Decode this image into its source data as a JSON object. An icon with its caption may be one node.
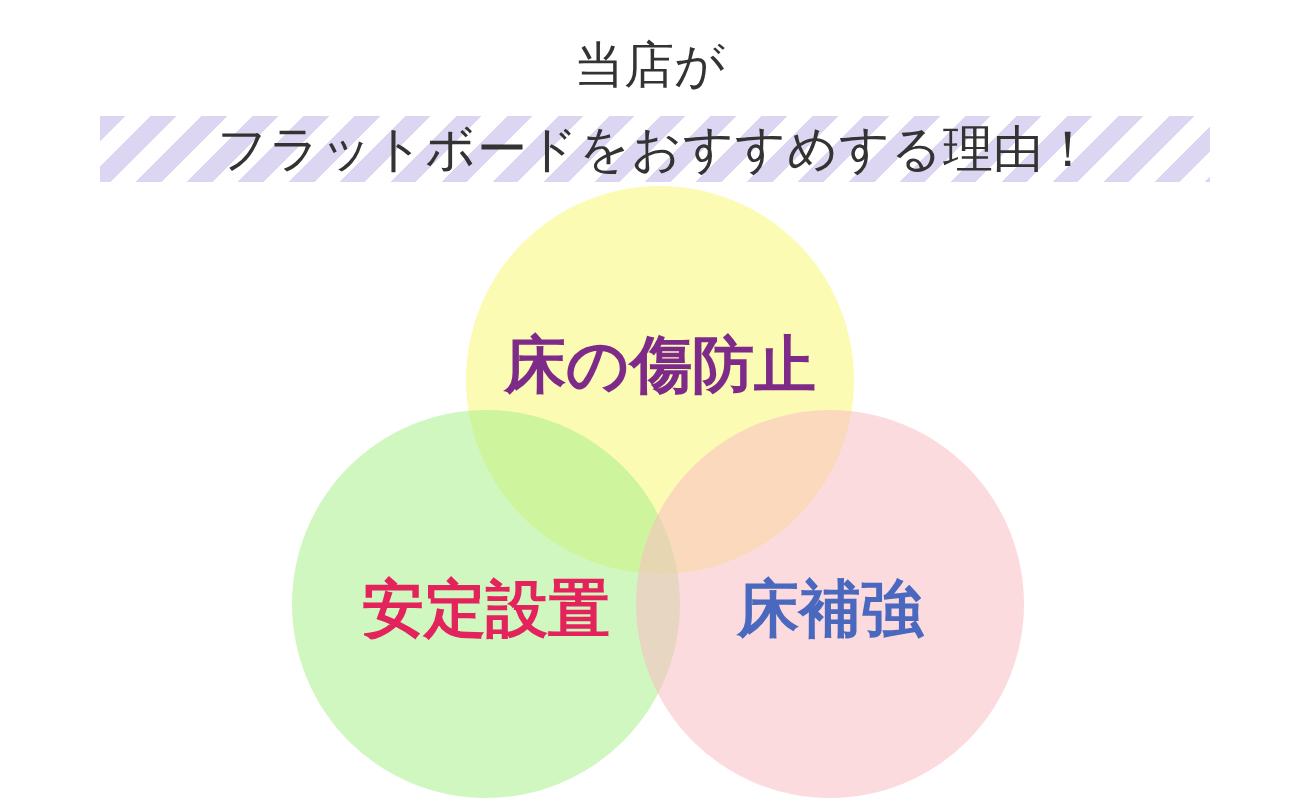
{
  "diagram": {
    "nodes": [
      {
        "text": [
          "床の傷防止"
        ]
      },
      {
        "text": [
          "安定設置"
        ]
      },
      {
        "text": [
          "床補強"
        ]
      }
    ],
    "labels": [
      "当店が",
      "フラットボードをおすすめする理由！"
    ]
  }
}
